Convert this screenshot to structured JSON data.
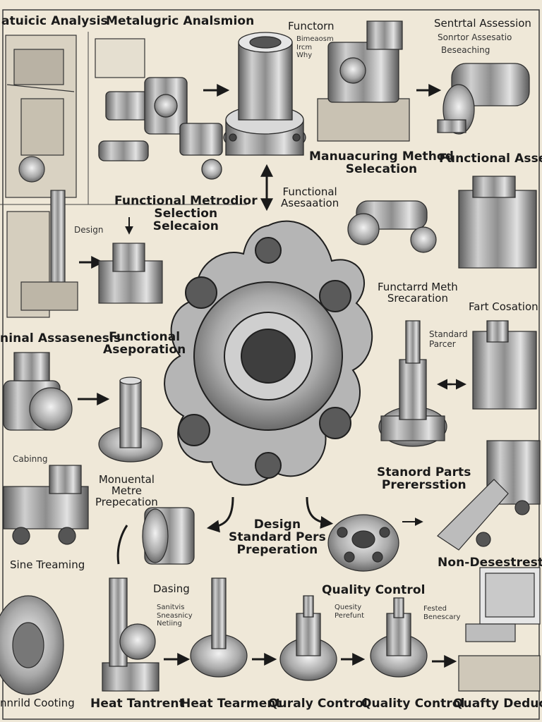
{
  "palette": {
    "paper": "#efe8d8",
    "ink": "#1a1a1a",
    "steel": "#8c8c8c",
    "steel_dark": "#4a4a4a",
    "steel_light": "#d6d6d6"
  },
  "labels": {
    "top_left": "atuicic Analysis",
    "top_center": "Metalugric Analsmion",
    "top_functorn": "Functorn",
    "top_functorn_small": "Bimeaosm\nIrcm\nWhy",
    "top_right": "Sentrtal Assession",
    "top_right_2": "Sonrtor Assesatio",
    "top_right_3": "Beseaching",
    "manufacturing": "Manuacuring Method\nSelecation",
    "functional_assess": "Functional Assess",
    "functional_method": "Functional Metrodior\nSelection\nSelecaion",
    "arrow_functional": "Functional\nAsesaation",
    "design_small": "Design",
    "funct_presp": "Functarrd Meth\nSrecaration",
    "part_cosation": "Fart Cosation",
    "ninal_assess": "ninal Assasenesis",
    "functional_asep": "Functional\nAseporation",
    "standard_small": "Standard\nParcer",
    "cabling": "Cabinng",
    "stanord_parts": "Stanord Parts\nPrerersstion",
    "material_method": "Monuental\nMetre\nPrepecation",
    "design_standard": "Design\nStandard Pers\nPreperation",
    "treatment_left": "Sine Treaming",
    "non_des": "Non-Desestresting",
    "dasing": "Dasing",
    "dasing_small": "Sanitvis\nSneasnicy\nNetiing",
    "quality_control_mid": "Quality Control",
    "quality_small": "Quesity\nPerefunt",
    "fested_small": "Fested\nBenescary",
    "bottom_1": "nnrild Cooting",
    "bottom_2": "Heat Tantrent",
    "bottom_3": "Heat Tearment",
    "bottom_4": "Quraly Control",
    "bottom_5": "Quality Control",
    "bottom_6": "Quafty Deducti"
  }
}
